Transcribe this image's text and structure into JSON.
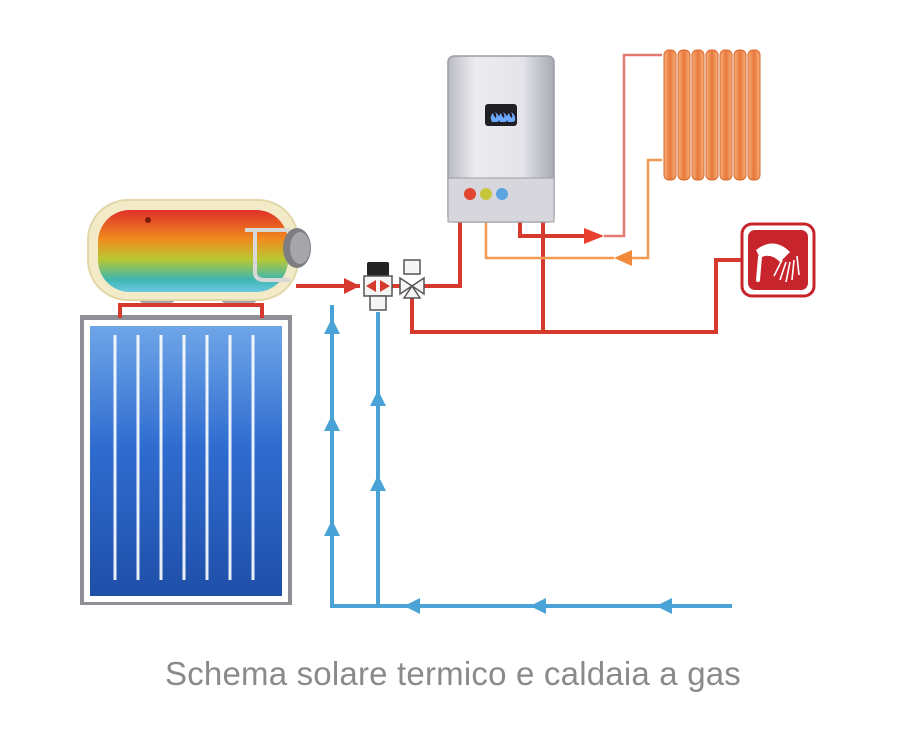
{
  "caption": "Schema solare termico e caldaia a gas",
  "colors": {
    "hot_pipe": "#d63a2e",
    "cold_pipe": "#4aa3d6",
    "warm_pipe": "#f09a52",
    "panel_blue": "#2a5fc0",
    "boiler_grey": "#d9d9de",
    "radiator": "#e8763a",
    "shower_red": "#c8242b",
    "tank_frame": "#f3ebc8"
  },
  "icons": {
    "solar_panel": "solar-collector-panel",
    "tank": "hot-water-storage-tank",
    "boiler": "gas-boiler",
    "radiator": "radiator",
    "shower": "shower-icon",
    "valve_thermostatic": "thermostatic-mixing-valve",
    "valve_diverter": "three-way-diverter-valve"
  }
}
